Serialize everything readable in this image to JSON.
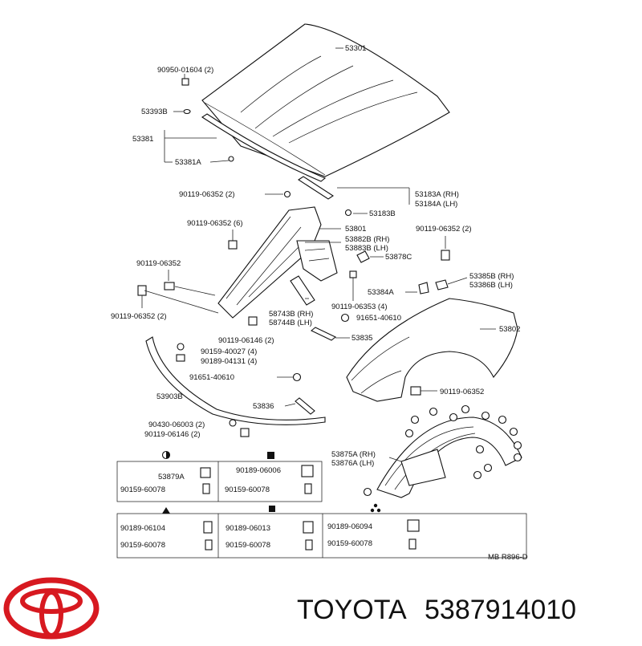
{
  "labels": {
    "hood": "53301",
    "clip_top": "90950-01604 (2)",
    "seal_clip": "53393B",
    "seal": "53381",
    "seal_a": "53381A",
    "bolt_1": "90119-06352 (2)",
    "bracket_rh": "53183A (RH)",
    "bracket_lh": "53184A (LH)",
    "bracket_b": "53183B",
    "bolt_6": "90119-06352 (6)",
    "apron": "53801",
    "seal_882_rh": "53882B (RH)",
    "seal_883_lh": "53883B (LH)",
    "bolt_r2": "90119-06352 (2)",
    "bolt_left": "90119-06352",
    "pad_878c": "53878C",
    "seal_885_rh": "53385B (RH)",
    "seal_886_lh": "53386B (LH)",
    "clip_384a": "53384A",
    "bolt_left2": "90119-06352 (2)",
    "panel_rh": "58743B (RH)",
    "panel_lh": "58744B (LH)",
    "bolt_4": "90119-06353 (4)",
    "nut_1": "91651-40610",
    "bolt_146": "90119-06146 (2)",
    "rod_835": "53835",
    "fender": "53802",
    "clip_027": "90159-40027 (4)",
    "clip_131": "90189-04131 (4)",
    "nut_2": "91651-40610",
    "strip": "53903B",
    "rod_836": "53836",
    "bolt_fender": "90119-06352",
    "clip_003": "90430-06003 (2)",
    "bolt_146b": "90119-06146 (2)",
    "liner_rh": "53875A (RH)",
    "liner_lh": "53876A (LH)",
    "ref_code": "MB  R896-D"
  },
  "legend": {
    "row1": [
      {
        "top": "53879A",
        "bottom": "90159-60078"
      },
      {
        "top": "90189-06006",
        "bottom": "90159-60078"
      }
    ],
    "row2": [
      {
        "top": "90189-06104",
        "bottom": "90159-60078"
      },
      {
        "top": "90189-06013",
        "bottom": "90159-60078"
      },
      {
        "top": "90189-06094",
        "bottom": "90159-60078"
      }
    ]
  },
  "brand": {
    "name": "TOYOTA",
    "part_number": "5387914010",
    "logo_color": "#d71920"
  }
}
